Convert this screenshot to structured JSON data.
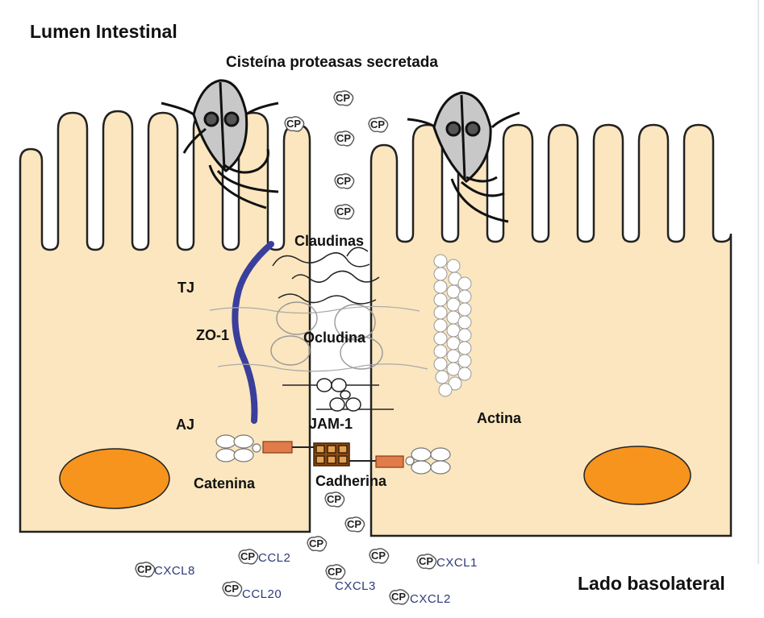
{
  "labels": {
    "lumen": "Lumen Intestinal",
    "secreted": "Cisteína proteasas secretada",
    "basolateral": "Lado basolateral",
    "tj": "TJ",
    "zo1": "ZO-1",
    "aj": "AJ",
    "claudinas": "Claudinas",
    "ocludina": "Ocludina",
    "jam1": "JAM-1",
    "actina": "Actina",
    "catenina": "Catenina",
    "cadherina": "Cadherina"
  },
  "cp_label": "CP",
  "chemokines": {
    "cxcl8": "CXCL8",
    "ccl2": "CCL2",
    "ccl20": "CCL20",
    "cxcl3": "CXCL3",
    "cxcl1": "CXCL1",
    "cxcl2": "CXCL2"
  },
  "colors": {
    "cell_fill": "#fbe6bf",
    "nucleus": "#f7941d",
    "zo1": "#3a3f9c",
    "cadherin": "#b5651d",
    "catenin_bar": "#e07b4a",
    "parasite": "#c8c8c8"
  }
}
